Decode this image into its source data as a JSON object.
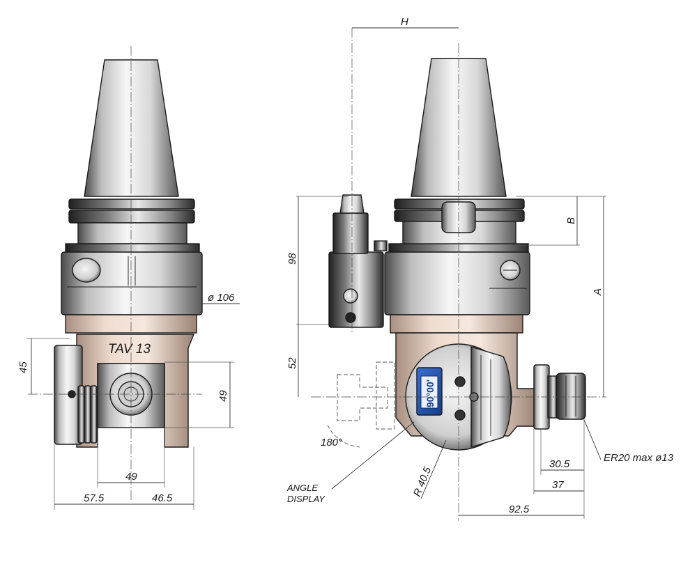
{
  "dimensions": {
    "left_view": {
      "diameter": "ø 106",
      "left_height": "45",
      "right_height": "49",
      "bottom_width": "49",
      "left_offset": "57.5",
      "right_offset": "46.5"
    },
    "right_view": {
      "top_h": "H",
      "b": "B",
      "a": "A",
      "height_98": "98",
      "height_52": "52",
      "radius": "R 40.5",
      "rotation": "180°",
      "collet": "ER20 max ø13",
      "d_30_5": "30.5",
      "d_37": "37",
      "d_92_5": "92.5"
    }
  },
  "labels": {
    "body_marking": "TAV 13",
    "angle_display_line1": "ANGLE",
    "angle_display_line2": "DISPLAY",
    "angle_readout": "90°00'"
  },
  "colors": {
    "body_tan": "#e6d2c6",
    "display_blue": "#1e4fa8",
    "steel_light": "#f2f2f2",
    "steel_dark": "#2a2a2a"
  }
}
